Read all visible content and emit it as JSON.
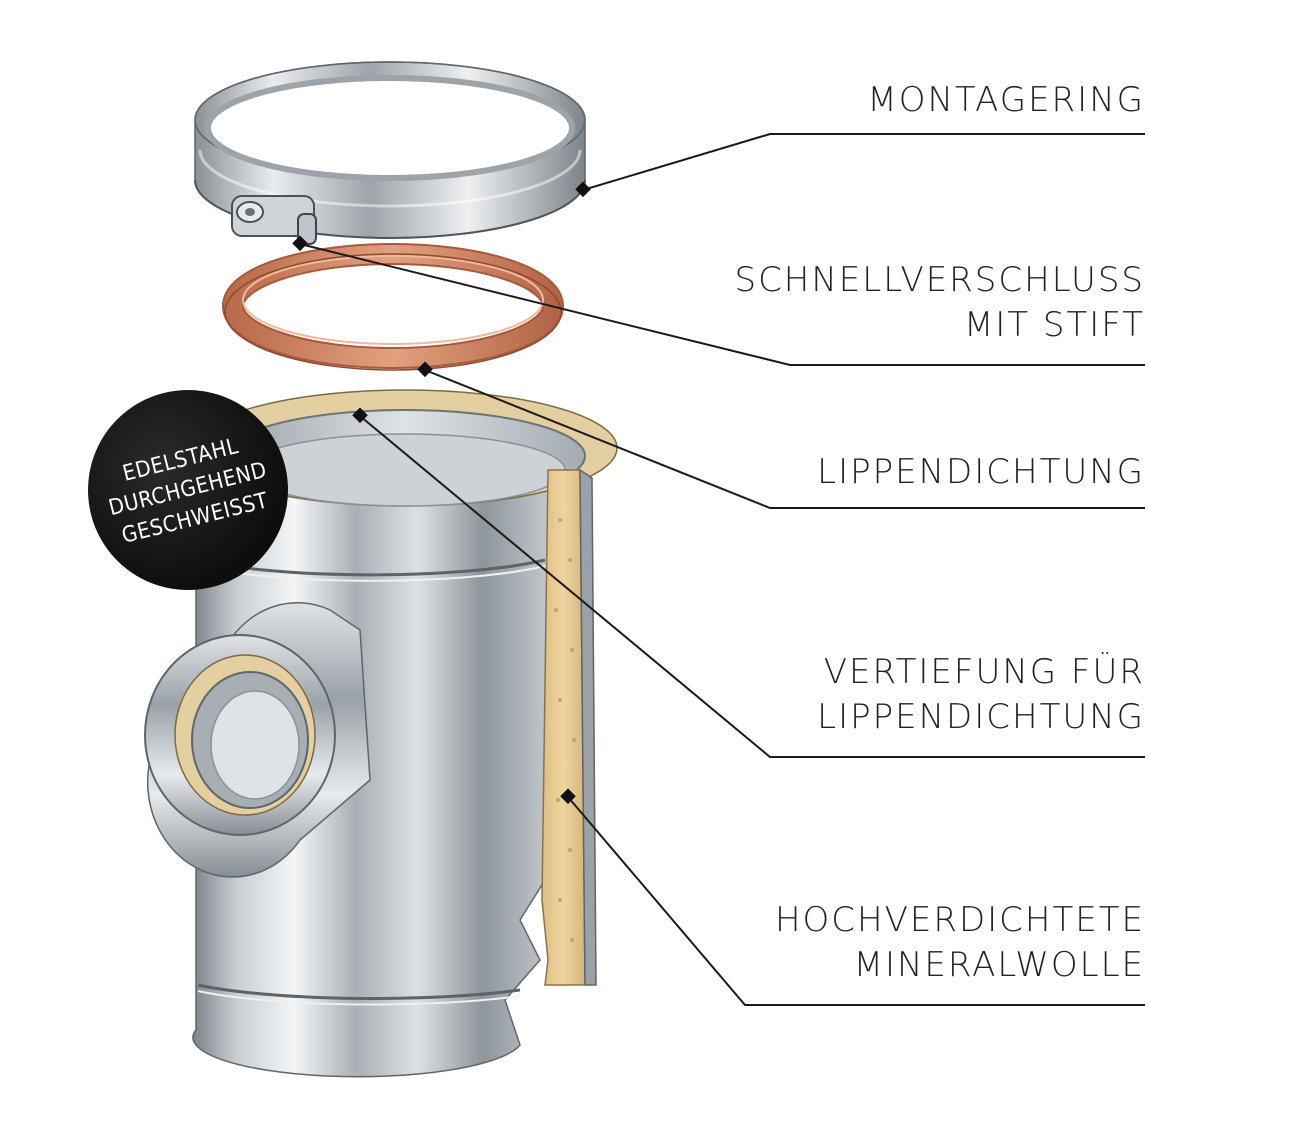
{
  "labels": {
    "montagering": [
      "MONTAGERING"
    ],
    "schnellverschluss": [
      "SCHNELLVERSCHLUSS",
      "MIT STIFT"
    ],
    "lippendichtung": [
      "LIPPENDICHTUNG"
    ],
    "vertiefung": [
      "VERTIEFUNG FÜR",
      "LIPPENDICHTUNG"
    ],
    "mineralwolle": [
      "HOCHVERDICHTETE",
      "MINERALWOLLE"
    ]
  },
  "badge": {
    "line1": "EDELSTAHL",
    "line2": "DURCHGEHEND",
    "line3": "GESCHWEISST"
  },
  "colors": {
    "steel_light": "#e6e9ec",
    "steel_mid": "#b4bac0",
    "steel_dark": "#6f767c",
    "gasket": "#d48a67",
    "gasket_dark": "#a8593b",
    "wool": "#e9cc92",
    "wool_dark": "#c9a56a",
    "line": "#1a1a1a",
    "badge": "#161616"
  }
}
